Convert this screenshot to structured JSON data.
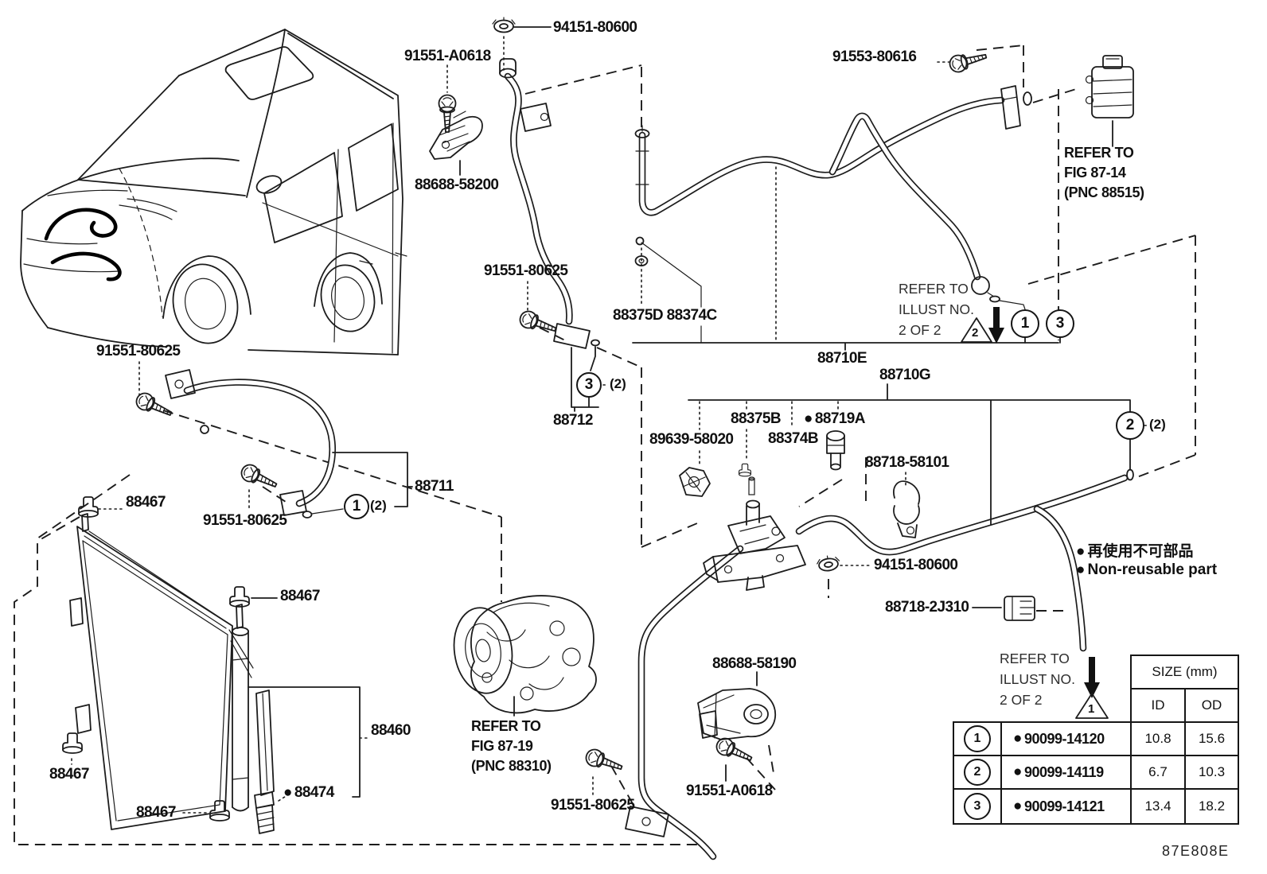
{
  "page": {
    "code": "87E808E"
  },
  "icons": {
    "bullet": "●"
  },
  "labels": {
    "nut_top": "94151-80600",
    "bolt_a0618_top": "91551-A0618",
    "bracket_58200": "88688-58200",
    "bolt_80616": "91553-80616",
    "bolt_80625_a": "91551-80625",
    "grp_88375d_88374c": "88375D 88374C",
    "pipe_88710e": "88710E",
    "pipe_88710g": "88710G",
    "pipe_88712": "88712",
    "bolt_80625_b": "91551-80625",
    "grommet_a": "88467",
    "bolt_80625_c": "91551-80625",
    "pipe_88711": "88711",
    "grommet_b": "88467",
    "condenser_88460": "88460",
    "cap_88474": "88474",
    "grommet_c": "88467",
    "grommet_d": "88467",
    "clamp_89639": "89639-58020",
    "grommet_88375b": "88375B",
    "pin_88374b": "88374B",
    "sensor_88719a": "88719A",
    "clamp_88718_58101": "88718-58101",
    "nut_bottom": "94151-80600",
    "clamp_88718_2j310": "88718-2J310",
    "clamp_88688_58190": "88688-58190",
    "bolt_a0618_b": "91551-A0618",
    "bolt_80625_d": "91551-80625"
  },
  "refer": {
    "fig_87_14": [
      "REFER TO",
      "FIG 87-14",
      "(PNC 88515)"
    ],
    "fig_87_19": [
      "REFER TO",
      "FIG 87-19",
      "(PNC 88310)"
    ],
    "illust": [
      "REFER TO",
      "ILLUST NO.",
      "2 OF 2"
    ]
  },
  "callouts": {
    "one": "1",
    "two": "2",
    "three": "3",
    "qty_two": "(2)"
  },
  "notes": {
    "jp": "再使用不可部品",
    "en": "Non-reusable part"
  },
  "size_table": {
    "header": "SIZE (mm)",
    "col_id": "ID",
    "col_od": "OD",
    "rows": [
      {
        "no": "1",
        "part": "90099-14120",
        "id": "10.8",
        "od": "15.6"
      },
      {
        "no": "2",
        "part": "90099-14119",
        "id": "6.7",
        "od": "10.3"
      },
      {
        "no": "3",
        "part": "90099-14121",
        "id": "13.4",
        "od": "18.2"
      }
    ]
  }
}
